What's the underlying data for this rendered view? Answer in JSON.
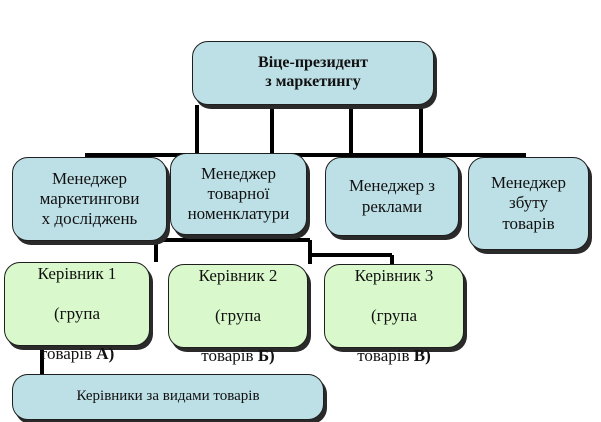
{
  "diagram": {
    "root": {
      "label": "Віце-президент\nз маркетингу"
    },
    "managers": [
      {
        "label": "Менеджер\nмаркетингови\nх досліджень"
      },
      {
        "label": "Менеджер\nтоварної\nноменклатури"
      },
      {
        "label": "Менеджер з\nреклами"
      },
      {
        "label": "Менеджер\nзбуту\nтоварів"
      }
    ],
    "heads": [
      {
        "line1": "Керівник 1",
        "line2": "(група",
        "line3a": "товарів ",
        "line3b": "А)"
      },
      {
        "line1": "Керівник 2",
        "line2": "(група",
        "line3a": "товарів ",
        "line3b": "Б)"
      },
      {
        "line1": "Керівник 3",
        "line2": "(група",
        "line3a": "товарів ",
        "line3b": "В)"
      }
    ],
    "bottom": {
      "label": "Керівники за видами товарів"
    },
    "colors": {
      "teal": "#bddfe6",
      "green": "#d9f9cc",
      "line": "#000000"
    }
  }
}
